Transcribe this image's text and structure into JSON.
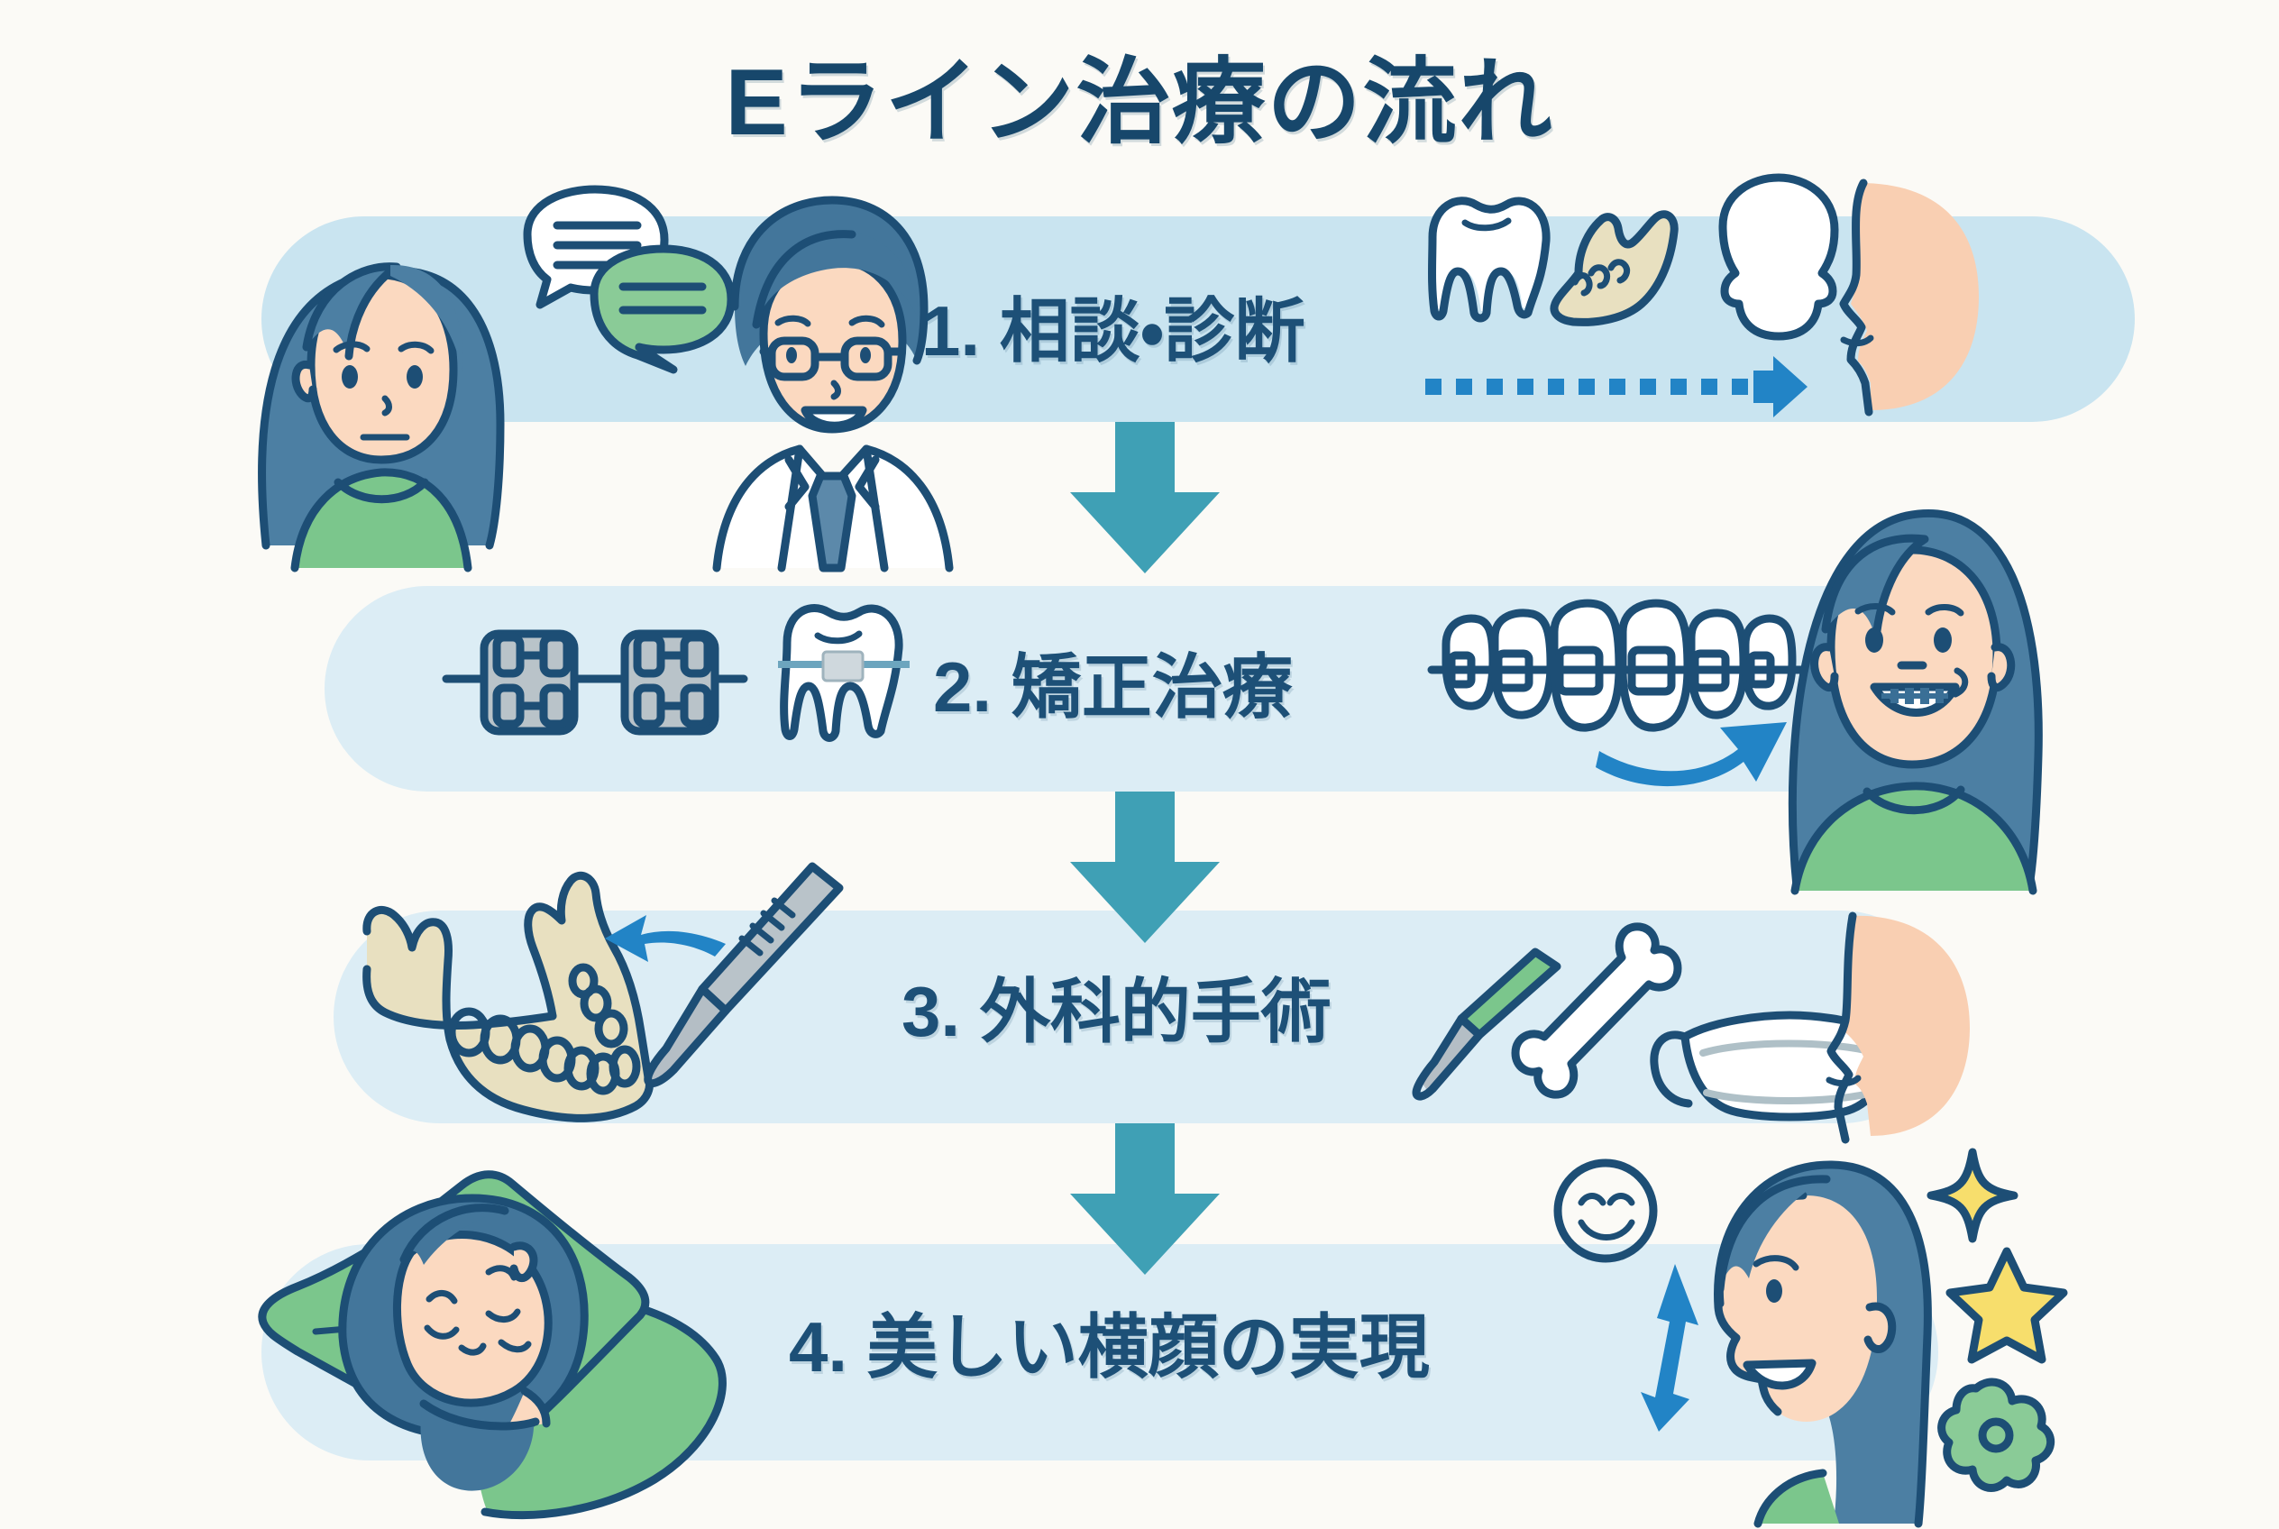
{
  "page": {
    "title": "Eライン治療の流れ",
    "background_color": "#FBFAF6",
    "title_color": "#17476B"
  },
  "palette": {
    "band_light": "#DCEDF5",
    "band_row1": "#C9E4F0",
    "connector_arrow": "#3FA0B5",
    "navy_outline": "#1D4E75",
    "skin": "#FBD9C0",
    "hair_blue": "#4C7FA3",
    "green": "#7BC68C",
    "bone_beige": "#E8E0C0",
    "accent_blue": "#2284C6",
    "star_yellow": "#F7DE6C"
  },
  "steps": [
    {
      "number": "1.",
      "label": "1. 相談・診断",
      "icons": [
        "woman-patient-icon",
        "speech-bubble-white-icon",
        "speech-bubble-green-icon",
        "doctor-icon",
        "tooth-icon",
        "mandible-icon",
        "head-outline-icon",
        "dotted-arrow-icon",
        "profile-face-icon"
      ]
    },
    {
      "number": "2.",
      "label": "2. 矯正治療",
      "icons": [
        "bracket-icon",
        "bracket-icon",
        "tooth-with-bracket-icon",
        "teeth-with-braces-icon",
        "curved-arrow-icon",
        "smiling-woman-braces-icon"
      ]
    },
    {
      "number": "3.",
      "label": "3. 外科的手術",
      "icons": [
        "mandible-large-icon",
        "curved-arrow-left-icon",
        "scalpel-icon",
        "scalpel-green-icon",
        "bone-icon",
        "surgical-mask-icon",
        "profile-face-icon"
      ]
    },
    {
      "number": "4.",
      "label": "4. 美しい横顔の実現",
      "icons": [
        "sleeping-woman-icon",
        "smiley-face-icon",
        "profile-woman-icon",
        "eline-double-arrow-icon",
        "sparkle-icon",
        "star-icon",
        "flower-icon"
      ]
    }
  ],
  "connectors": [
    {
      "name": "connector-arrow-1-to-2",
      "direction": "down"
    },
    {
      "name": "connector-arrow-2-to-3",
      "direction": "down"
    },
    {
      "name": "connector-arrow-3-to-4",
      "direction": "down"
    }
  ]
}
